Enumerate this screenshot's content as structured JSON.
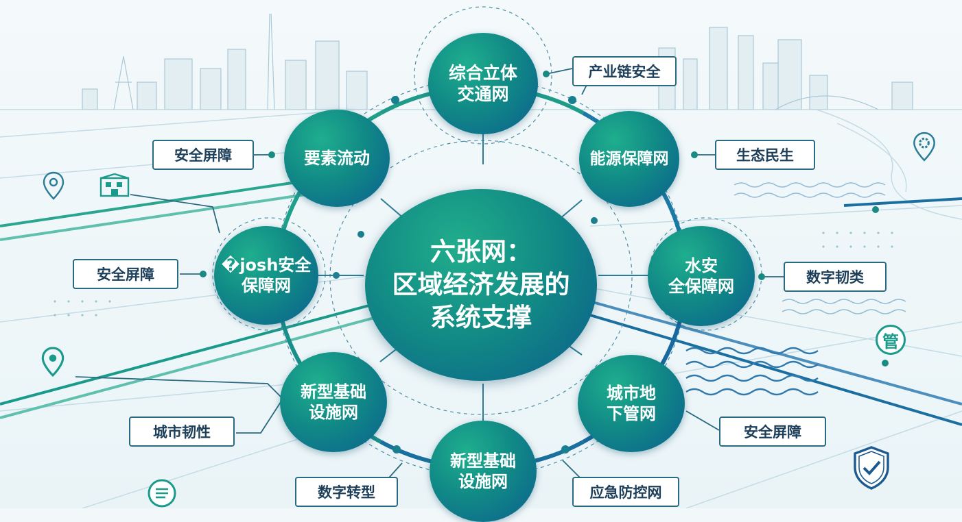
{
  "center": {
    "title": "六张网：\n区域经济发展的\n系统支撑"
  },
  "nodes": [
    {
      "id": "transport",
      "label": "综合立体\n交通网"
    },
    {
      "id": "energy",
      "label": "能源保障网"
    },
    {
      "id": "water",
      "label": "水安\n全保障网"
    },
    {
      "id": "pipe",
      "label": "城市地\n下管网"
    },
    {
      "id": "newinfra-bottom",
      "label": "新型基础\n设施网"
    },
    {
      "id": "newinfra-left",
      "label": "新型基础\n设施网"
    },
    {
      "id": "grain",
      "label": "�josh安全\n保障网"
    },
    {
      "id": "factor",
      "label": "要素流动"
    }
  ],
  "labels": [
    {
      "id": "industry-chain",
      "text": "产业链安全"
    },
    {
      "id": "ecology",
      "text": "生态民生"
    },
    {
      "id": "digital-resilience",
      "text": "数字韧类"
    },
    {
      "id": "security-right",
      "text": "安全屏障"
    },
    {
      "id": "emergency",
      "text": "应急防控网"
    },
    {
      "id": "digital-transform",
      "text": "数字转型"
    },
    {
      "id": "urban-resilience",
      "text": "城市韧性"
    },
    {
      "id": "security-left",
      "text": "安全屏障"
    },
    {
      "id": "security-top",
      "text": "安全屏障"
    }
  ],
  "icons": {
    "pipe_badge": "管"
  },
  "colors": {
    "node_dark": "#0b5f8f",
    "node_light": "#1fae8e",
    "line_teal": "#1a9a8a",
    "line_blue": "#1a6fa0"
  }
}
